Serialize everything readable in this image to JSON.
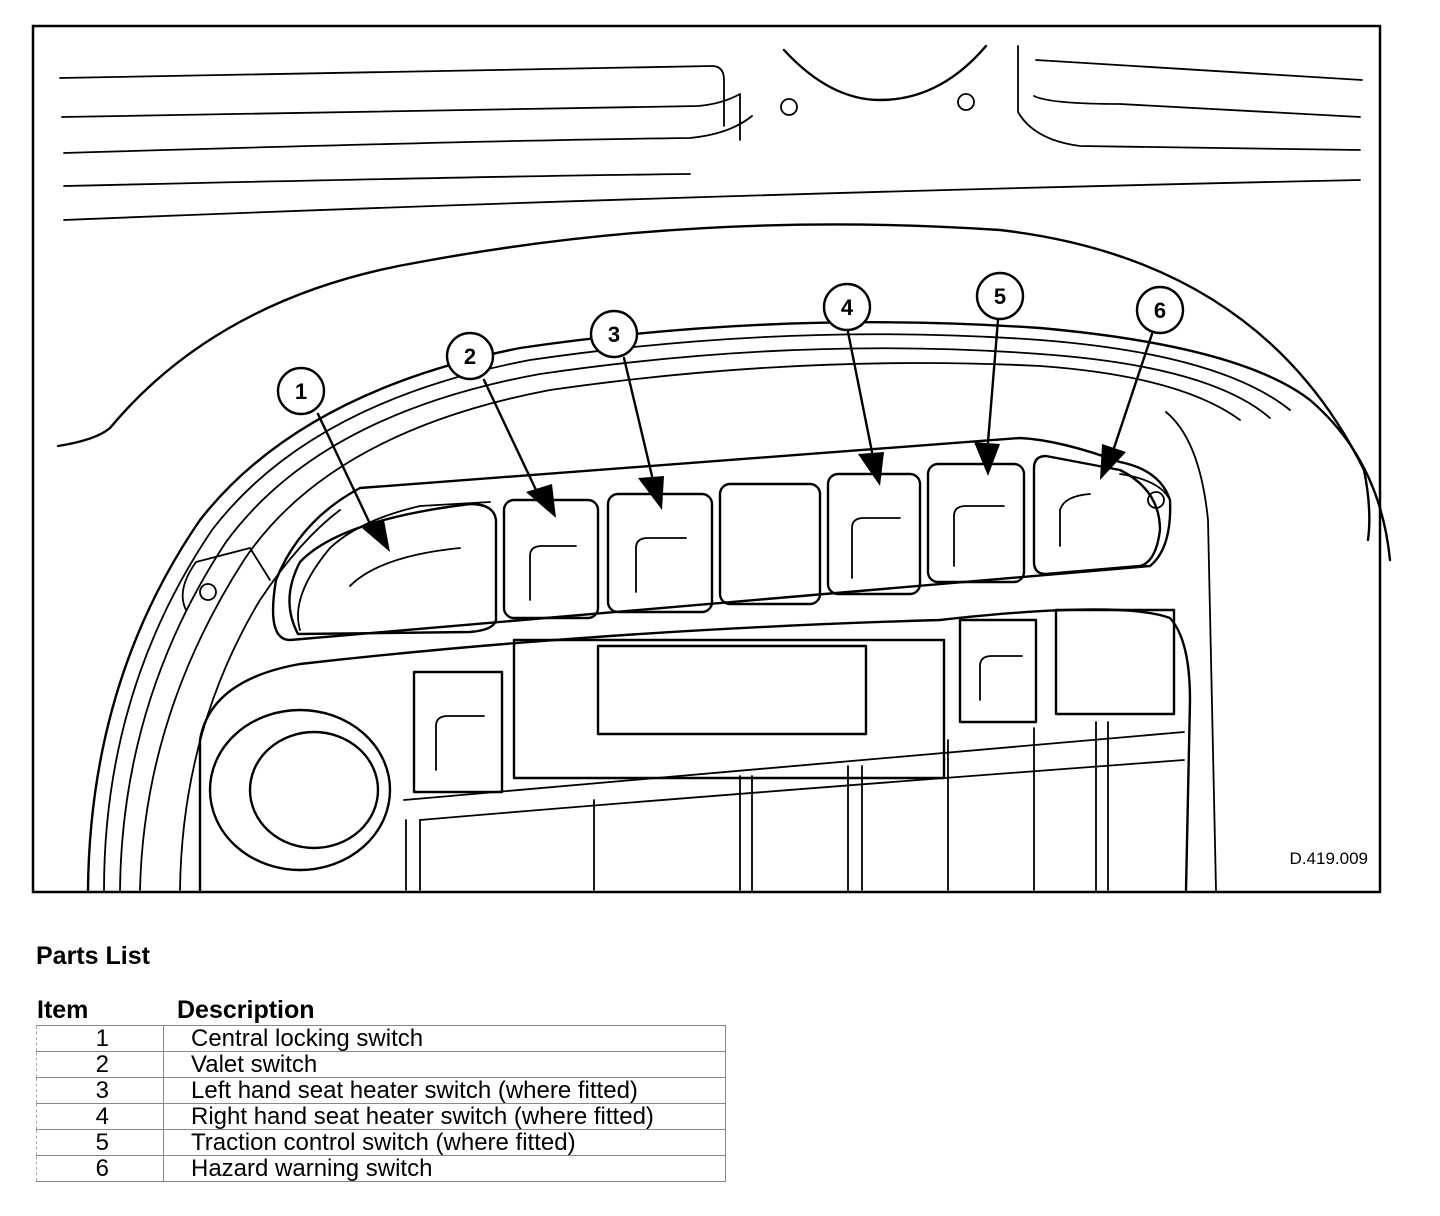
{
  "figure": {
    "reference": "D.419.009",
    "callouts": [
      "1",
      "2",
      "3",
      "4",
      "5",
      "6"
    ]
  },
  "parts_list": {
    "title": "Parts List",
    "headers": {
      "item": "Item",
      "description": "Description"
    },
    "rows": [
      {
        "item": "1",
        "description": "Central locking switch"
      },
      {
        "item": "2",
        "description": "Valet switch"
      },
      {
        "item": "3",
        "description": "Left hand seat heater switch (where fitted)"
      },
      {
        "item": "4",
        "description": "Right hand seat heater switch (where fitted)"
      },
      {
        "item": "5",
        "description": "Traction control switch (where fitted)"
      },
      {
        "item": "6",
        "description": "Hazard warning switch"
      }
    ]
  }
}
